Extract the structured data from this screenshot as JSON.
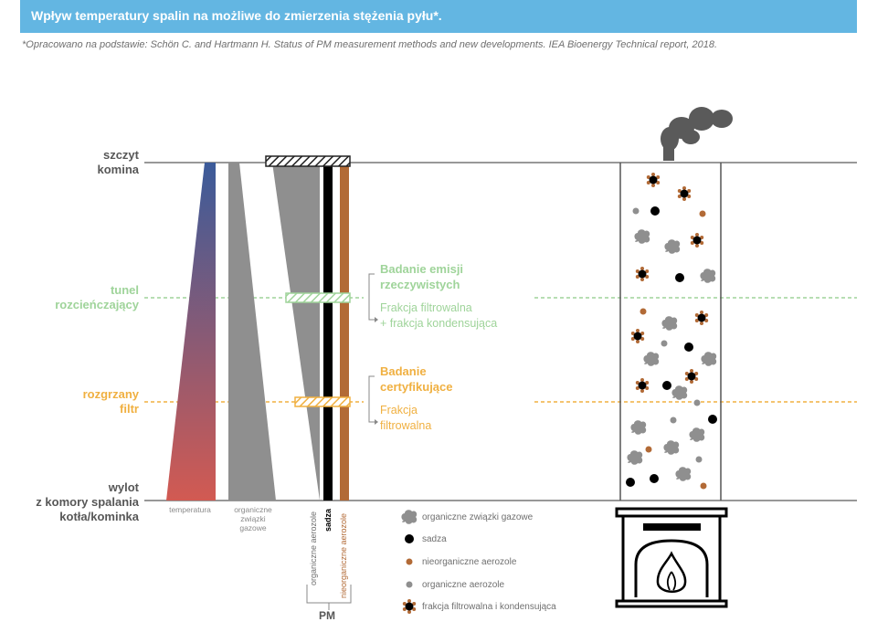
{
  "header": {
    "title": "Wpływ temperatury spalin na możliwe do zmierzenia stężenia pyłu*.",
    "source_note": "*Opracowano na podstawie: Schön C. and Hartmann H. Status of PM measurement methods and new developments. IEA Bioenergy Technical report, 2018."
  },
  "levels": {
    "top": [
      "szczyt",
      "komina"
    ],
    "tunnel": [
      "tunel",
      "rozcieńczający"
    ],
    "filter": [
      "rozgrzany",
      "filtr"
    ],
    "outlet": [
      "wylot",
      "z komory spalania",
      "kotła/kominka"
    ]
  },
  "sections": {
    "real_emission": {
      "title": [
        "Badanie emisji",
        "rzeczywistych"
      ],
      "subtitle": [
        "Frakcja filtrowalna",
        "+ frakcja kondensująca"
      ]
    },
    "certification": {
      "title": [
        "Badanie",
        "certyfikujące"
      ],
      "subtitle": [
        "Frakcja",
        "filtrowalna"
      ]
    }
  },
  "columns": {
    "temperature": "temperatura",
    "organic_gas": [
      "organiczne",
      "związki",
      "gazowe"
    ],
    "organic_aerosols": "organiczne aerozole",
    "soot": "sadza",
    "inorganic_aerosols": "nieorganiczne aerozole",
    "pm": "PM"
  },
  "legend": [
    {
      "icon": "gas-cloud-icon",
      "label": "organiczne związki gazowe"
    },
    {
      "icon": "soot-dot-icon",
      "label": "sadza"
    },
    {
      "icon": "inorganic-dot-icon",
      "label": "nieorganiczne aerozole"
    },
    {
      "icon": "organic-dot-icon",
      "label": "organiczne aerozole"
    },
    {
      "icon": "filterable-condensable-icon",
      "label": "frakcja filtrowalna i kondensująca"
    }
  ],
  "colors": {
    "title_bg": "#63b6e2",
    "level_text": "#575757",
    "tunnel_green": "#9fd49a",
    "filter_orange": "#f0b041",
    "gray": "#8f8f8f",
    "soot": "#000000",
    "inorganic": "#b26a36",
    "temp_top": "#3b5b9a",
    "temp_bottom": "#d25a52"
  }
}
